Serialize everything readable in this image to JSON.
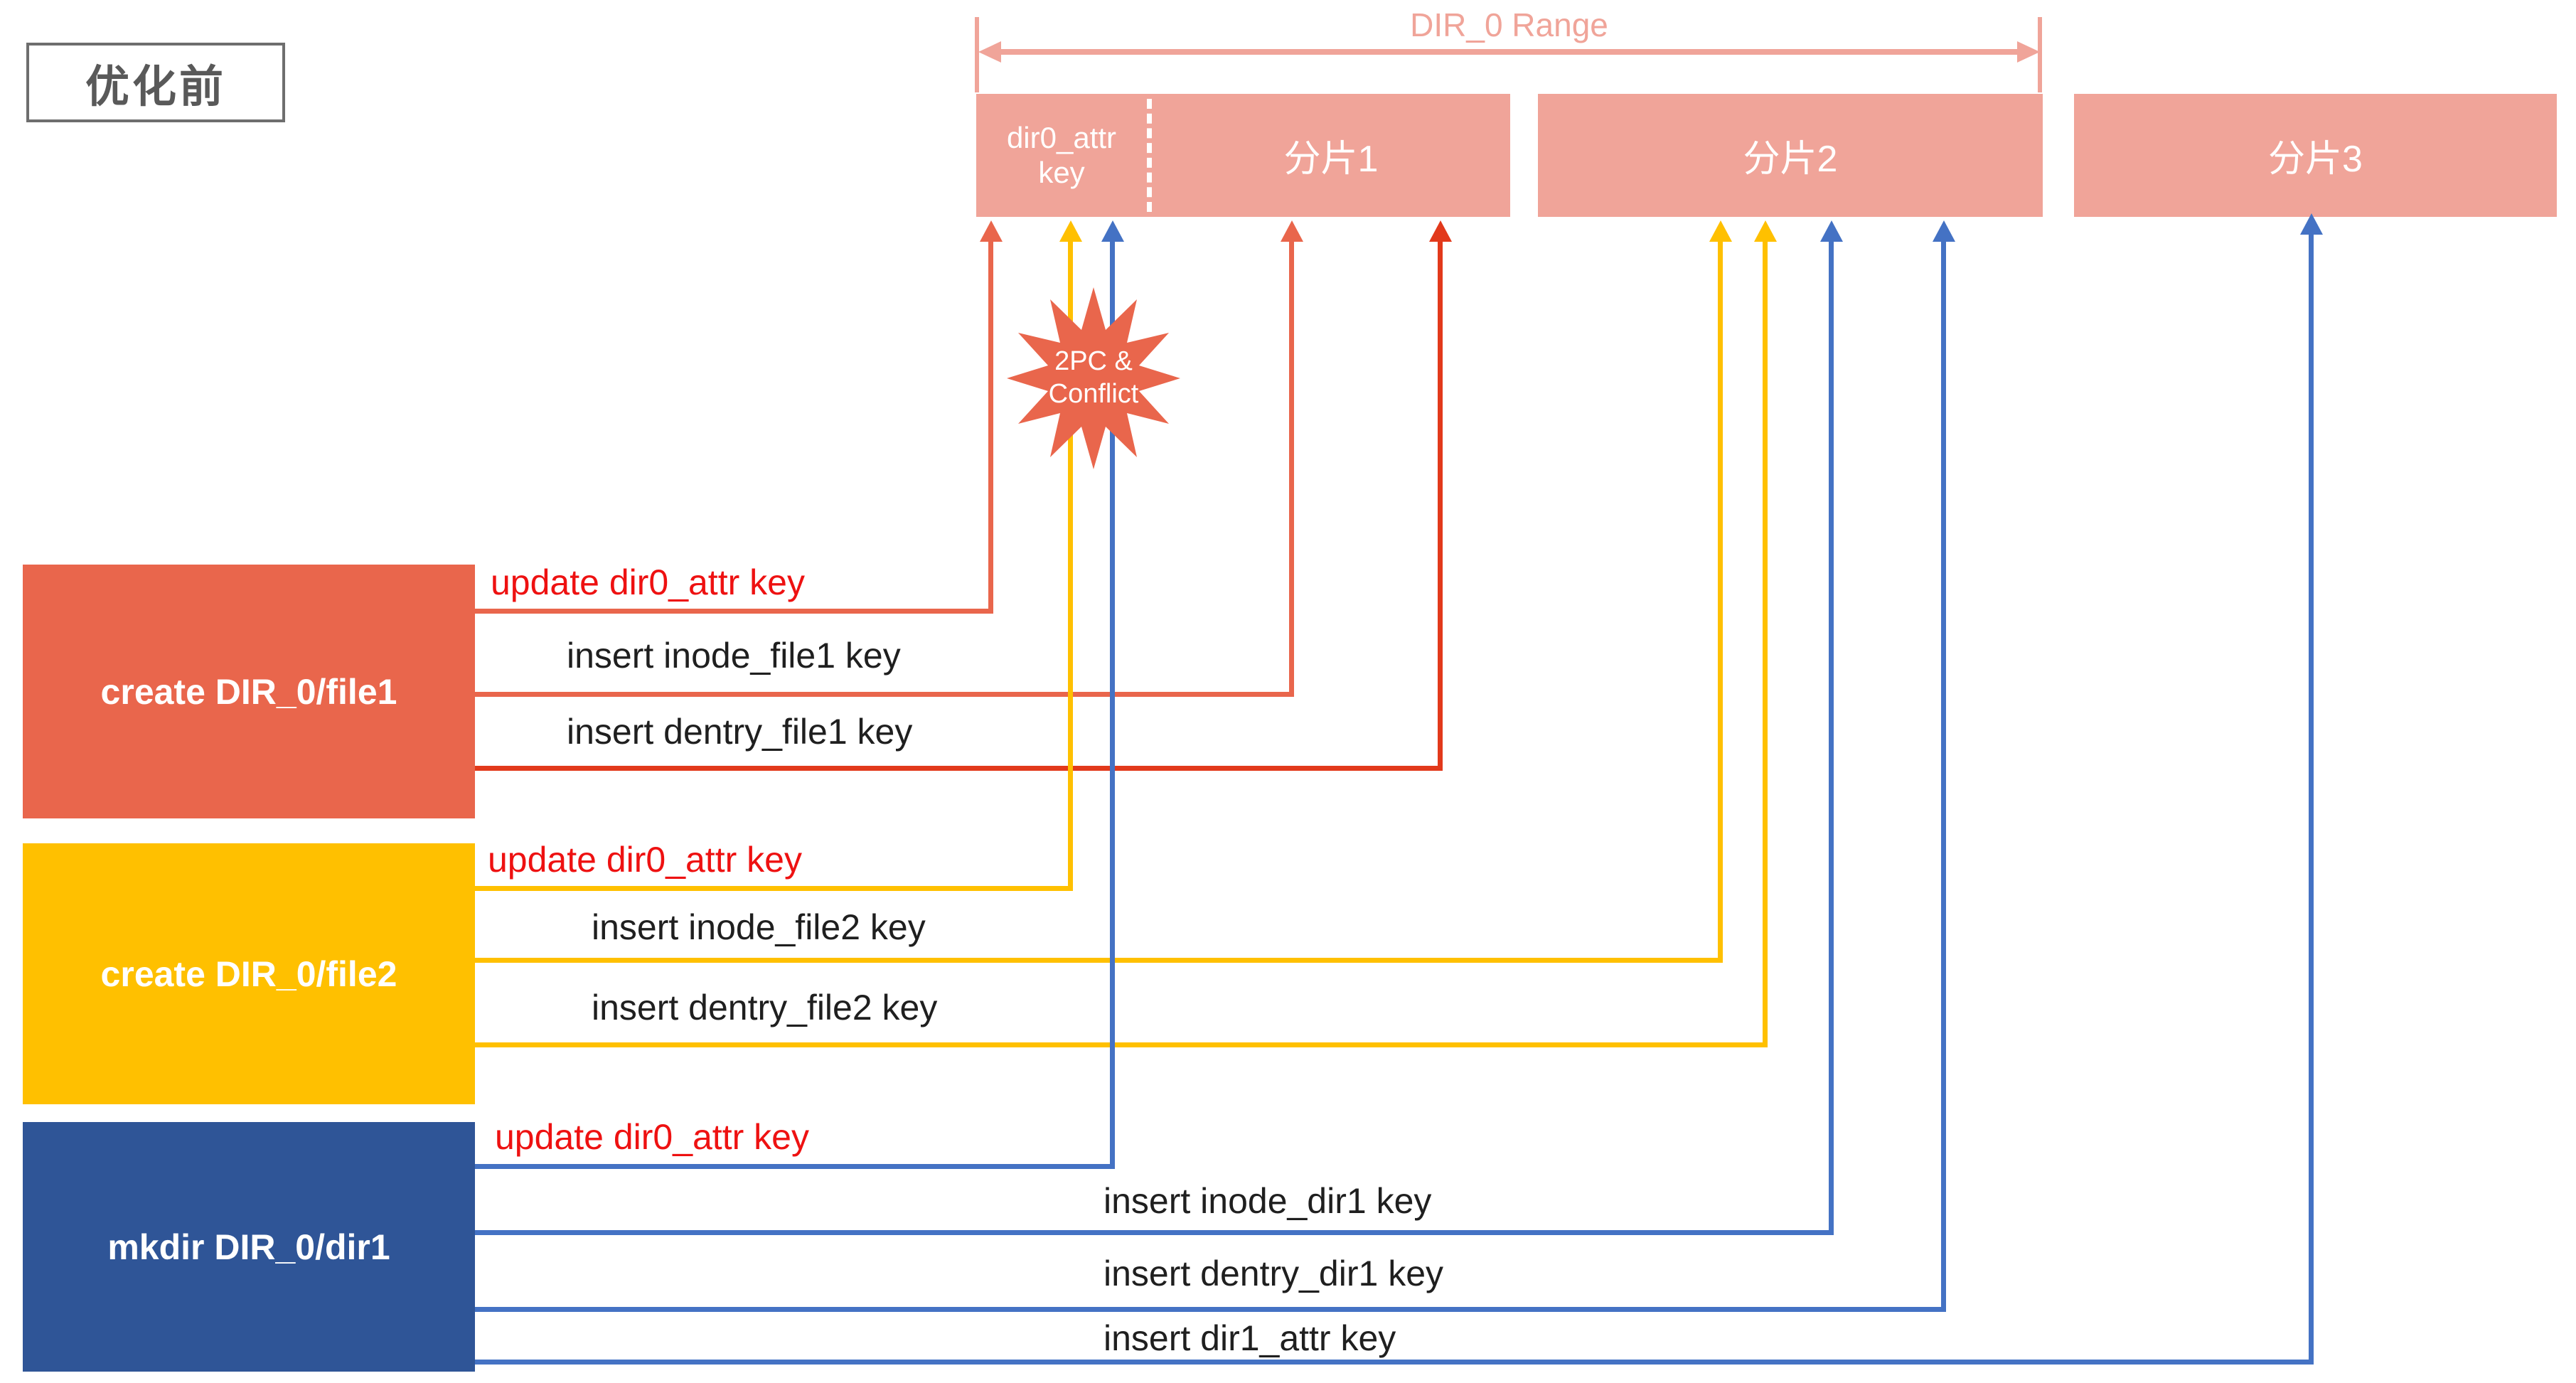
{
  "title": "优化前",
  "range_label": "DIR_0 Range",
  "shards": {
    "attr_key_line1": "dir0_attr",
    "attr_key_line2": "key",
    "shard1": "分片1",
    "shard2": "分片2",
    "shard3": "分片3"
  },
  "conflict_burst": {
    "line1": "2PC &",
    "line2": "Conflict"
  },
  "operations": [
    {
      "label": "create DIR_0/file1",
      "color": "#e9664c",
      "steps": [
        "update dir0_attr key",
        "insert inode_file1 key",
        "insert dentry_file1 key"
      ]
    },
    {
      "label": "create DIR_0/file2",
      "color": "#ffc000",
      "steps": [
        "update dir0_attr key",
        "insert inode_file2 key",
        "insert dentry_file2 key"
      ]
    },
    {
      "label": "mkdir DIR_0/dir1",
      "color": "#2f5597",
      "steps": [
        "update dir0_attr key",
        "insert inode_dir1 key",
        "insert dentry_dir1 key",
        "insert dir1_attr key"
      ]
    }
  ],
  "colors": {
    "shard_fill": "#f0a499",
    "coral": "#e9664c",
    "dark_red": "#e2391b",
    "yellow": "#ffc000",
    "blue_box": "#2f5597",
    "blue_line": "#4472c4",
    "update_label_text": "#ee1111",
    "title_text": "#595959"
  }
}
